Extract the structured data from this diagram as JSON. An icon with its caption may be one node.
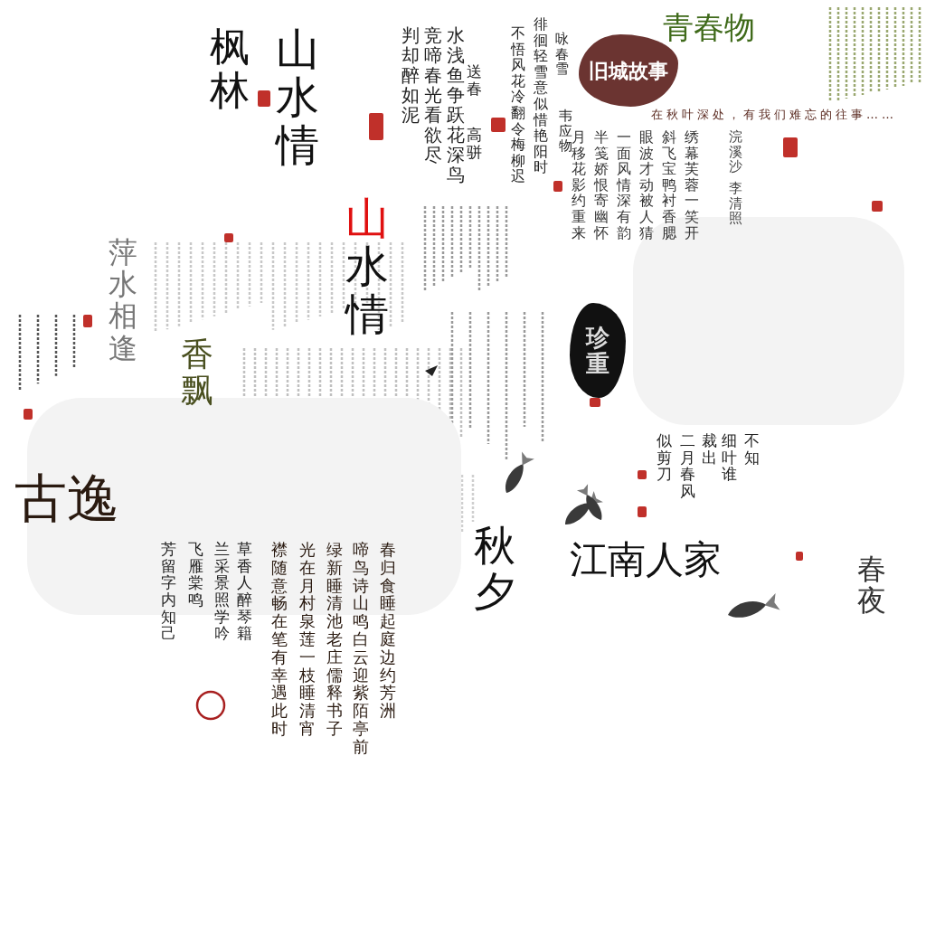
{
  "diagram": {
    "nodes": [
      {
        "text": [
          "旧城故事"
        ]
      },
      {
        "text": [
          "珍重"
        ]
      }
    ],
    "labels": [
      "枫林",
      "山水情",
      "送春",
      "高骈",
      "水浅鱼争跃花深鸟",
      "竞啼春光看欲尽",
      "判却醉如泥",
      "徘徊轻雪意似惜艳阳时",
      "不悟风花冷翻令梅柳迟",
      "咏春雪",
      "韦应物",
      "青春物",
      "在秋叶深处，有我们难忘的往事……",
      "浣溪沙",
      "李清照",
      "绣幕芙蓉一笑开",
      "斜飞宝鸭衬香腮",
      "眼波才动被人猜",
      "一面风情深有韵",
      "半笺娇恨寄幽怀",
      "月移花影约重来",
      "萍水相逢",
      "山水情",
      "香飘",
      "古逸",
      "不知",
      "细叶谁",
      "裁出",
      "二月春风",
      "似剪刀",
      "秋夕",
      "江南人家",
      "春夜",
      "春归食睡起庭边约芳洲",
      "啼鸟诗山鸣白云迎紫陌亭前",
      "绿新睡清池老庄儒释书子",
      "光在月村泉莲一枝睡清宵",
      "襟随意畅在笔有幸遇此时",
      "草香人醉琴籍",
      "兰采景照学吟",
      "飞雁棠鸣",
      "芳留字内知己"
    ]
  }
}
